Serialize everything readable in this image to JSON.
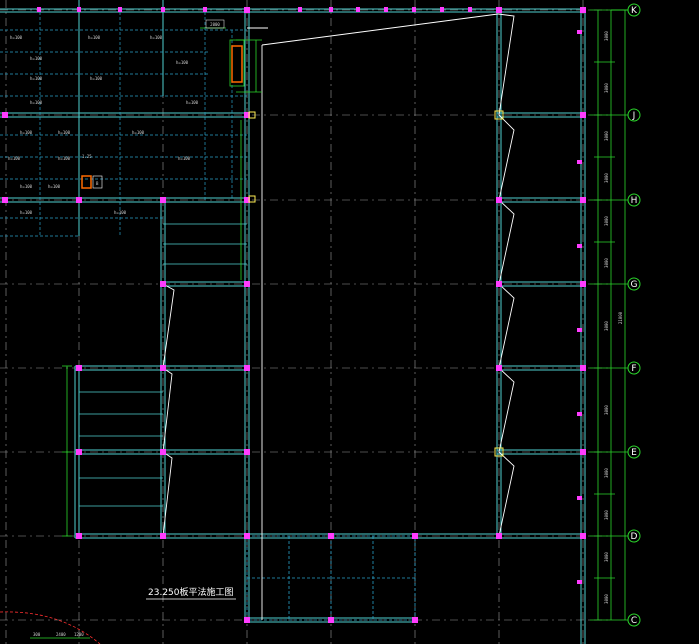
{
  "drawing": {
    "title": "23.250板平法施工图",
    "colors": {
      "background": "#000000",
      "grid": "#9a9a9a",
      "beam": "#4fd0d0",
      "beam_dash": "#2aa0c8",
      "dim": "#2bd62b",
      "slab_line": "#ffffff",
      "column": "#ff3cff",
      "highlight": "#ff6a00"
    }
  },
  "axes": {
    "rows": [
      {
        "label": "K"
      },
      {
        "label": "J"
      },
      {
        "label": "H"
      },
      {
        "label": "G"
      },
      {
        "label": "F"
      },
      {
        "label": "E"
      },
      {
        "label": "D"
      },
      {
        "label": "C"
      }
    ]
  },
  "annotations": {
    "top_box": "2000",
    "side_dims": [
      "3000",
      "3000",
      "3000",
      "3000",
      "3000",
      "3000",
      "3000",
      "3000",
      "3000",
      "3000",
      "3000",
      "3000"
    ],
    "total_dim": "21000",
    "bottom_dims": [
      "300",
      "2400",
      "1200"
    ],
    "slab_tags": [
      "h=100",
      "h=100",
      "h=100",
      "h=100",
      "h=100",
      "h=100",
      "h=100",
      "h=100",
      "h=100",
      "h=100",
      "h=100",
      "h=100",
      "h=100",
      "h=100",
      "h=100",
      "h=100",
      "h=100",
      "h=100",
      "h=100"
    ],
    "stair_tag": "B",
    "hole_tag": "1.25"
  }
}
